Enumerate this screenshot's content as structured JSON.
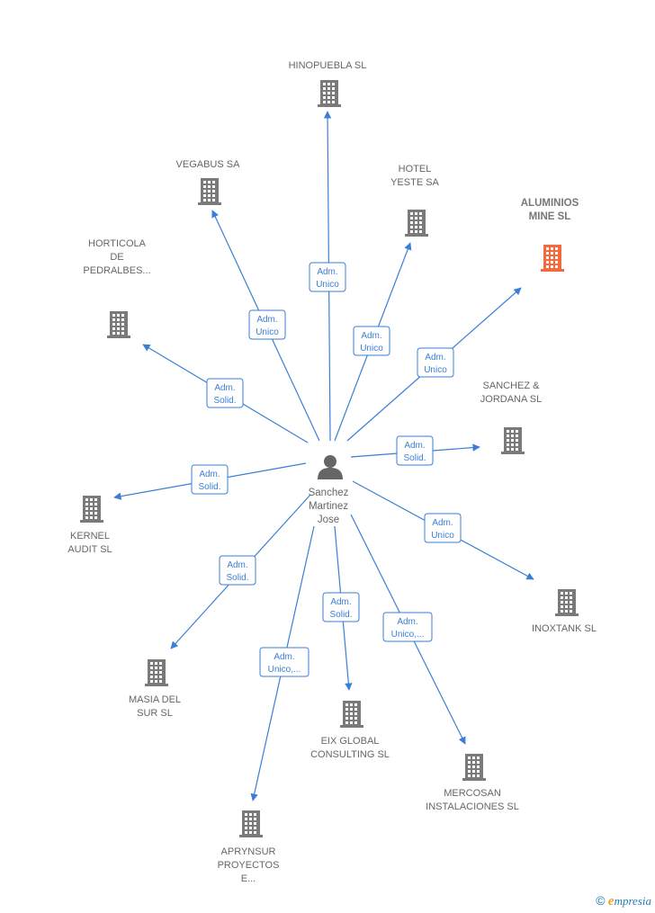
{
  "center": {
    "name": "Sanchez Martinez Jose",
    "lines": [
      "Sanchez",
      "Martinez",
      "Jose"
    ],
    "icon": "person-icon"
  },
  "colors": {
    "edge": "#3a7fd5",
    "building": "#7a7a7a",
    "building_highlight": "#f26a3d"
  },
  "nodes": [
    {
      "id": "hinopuebla",
      "lines": [
        "HINOPUEBLA SL"
      ],
      "relation": [
        "Adm.",
        "Unico"
      ],
      "highlight": false,
      "icon": "building-icon"
    },
    {
      "id": "vegabus",
      "lines": [
        "VEGABUS SA"
      ],
      "relation": [
        "Adm.",
        "Unico"
      ],
      "highlight": false,
      "icon": "building-icon"
    },
    {
      "id": "hotel-yeste",
      "lines": [
        "HOTEL",
        "YESTE SA"
      ],
      "relation": [
        "Adm.",
        "Unico"
      ],
      "highlight": false,
      "icon": "building-icon"
    },
    {
      "id": "aluminios-mine",
      "lines": [
        "ALUMINIOS",
        "MINE  SL"
      ],
      "relation": [
        "Adm.",
        "Unico"
      ],
      "highlight": true,
      "icon": "building-icon"
    },
    {
      "id": "horticola",
      "lines": [
        "HORTICOLA",
        "DE",
        "PEDRALBES..."
      ],
      "relation": [
        "Adm.",
        "Solid."
      ],
      "highlight": false,
      "icon": "building-icon"
    },
    {
      "id": "sanchez-jordana",
      "lines": [
        "SANCHEZ &",
        "JORDANA SL"
      ],
      "relation": [
        "Adm.",
        "Solid."
      ],
      "highlight": false,
      "icon": "building-icon"
    },
    {
      "id": "kernel-audit",
      "lines": [
        "KERNEL",
        "AUDIT SL"
      ],
      "relation": [
        "Adm.",
        "Solid."
      ],
      "highlight": false,
      "icon": "building-icon"
    },
    {
      "id": "inoxtank",
      "lines": [
        "INOXTANK SL"
      ],
      "relation": [
        "Adm.",
        "Unico"
      ],
      "highlight": false,
      "icon": "building-icon"
    },
    {
      "id": "masia-del-sur",
      "lines": [
        "MASIA DEL",
        "SUR SL"
      ],
      "relation": [
        "Adm.",
        "Solid."
      ],
      "highlight": false,
      "icon": "building-icon"
    },
    {
      "id": "eix-global",
      "lines": [
        "EIX GLOBAL",
        "CONSULTING SL"
      ],
      "relation": [
        "Adm.",
        "Solid."
      ],
      "highlight": false,
      "icon": "building-icon"
    },
    {
      "id": "mercosan",
      "lines": [
        "MERCOSAN",
        "INSTALACIONES SL"
      ],
      "relation": [
        "Adm.",
        "Unico,..."
      ],
      "highlight": false,
      "icon": "building-icon"
    },
    {
      "id": "aprynsur",
      "lines": [
        "APRYNSUR",
        "PROYECTOS",
        "E..."
      ],
      "relation": [
        "Adm.",
        "Unico,..."
      ],
      "highlight": false,
      "icon": "building-icon"
    }
  ],
  "footer": {
    "copyright": "©",
    "brand_initial": "e",
    "brand_rest": "mpresia"
  }
}
